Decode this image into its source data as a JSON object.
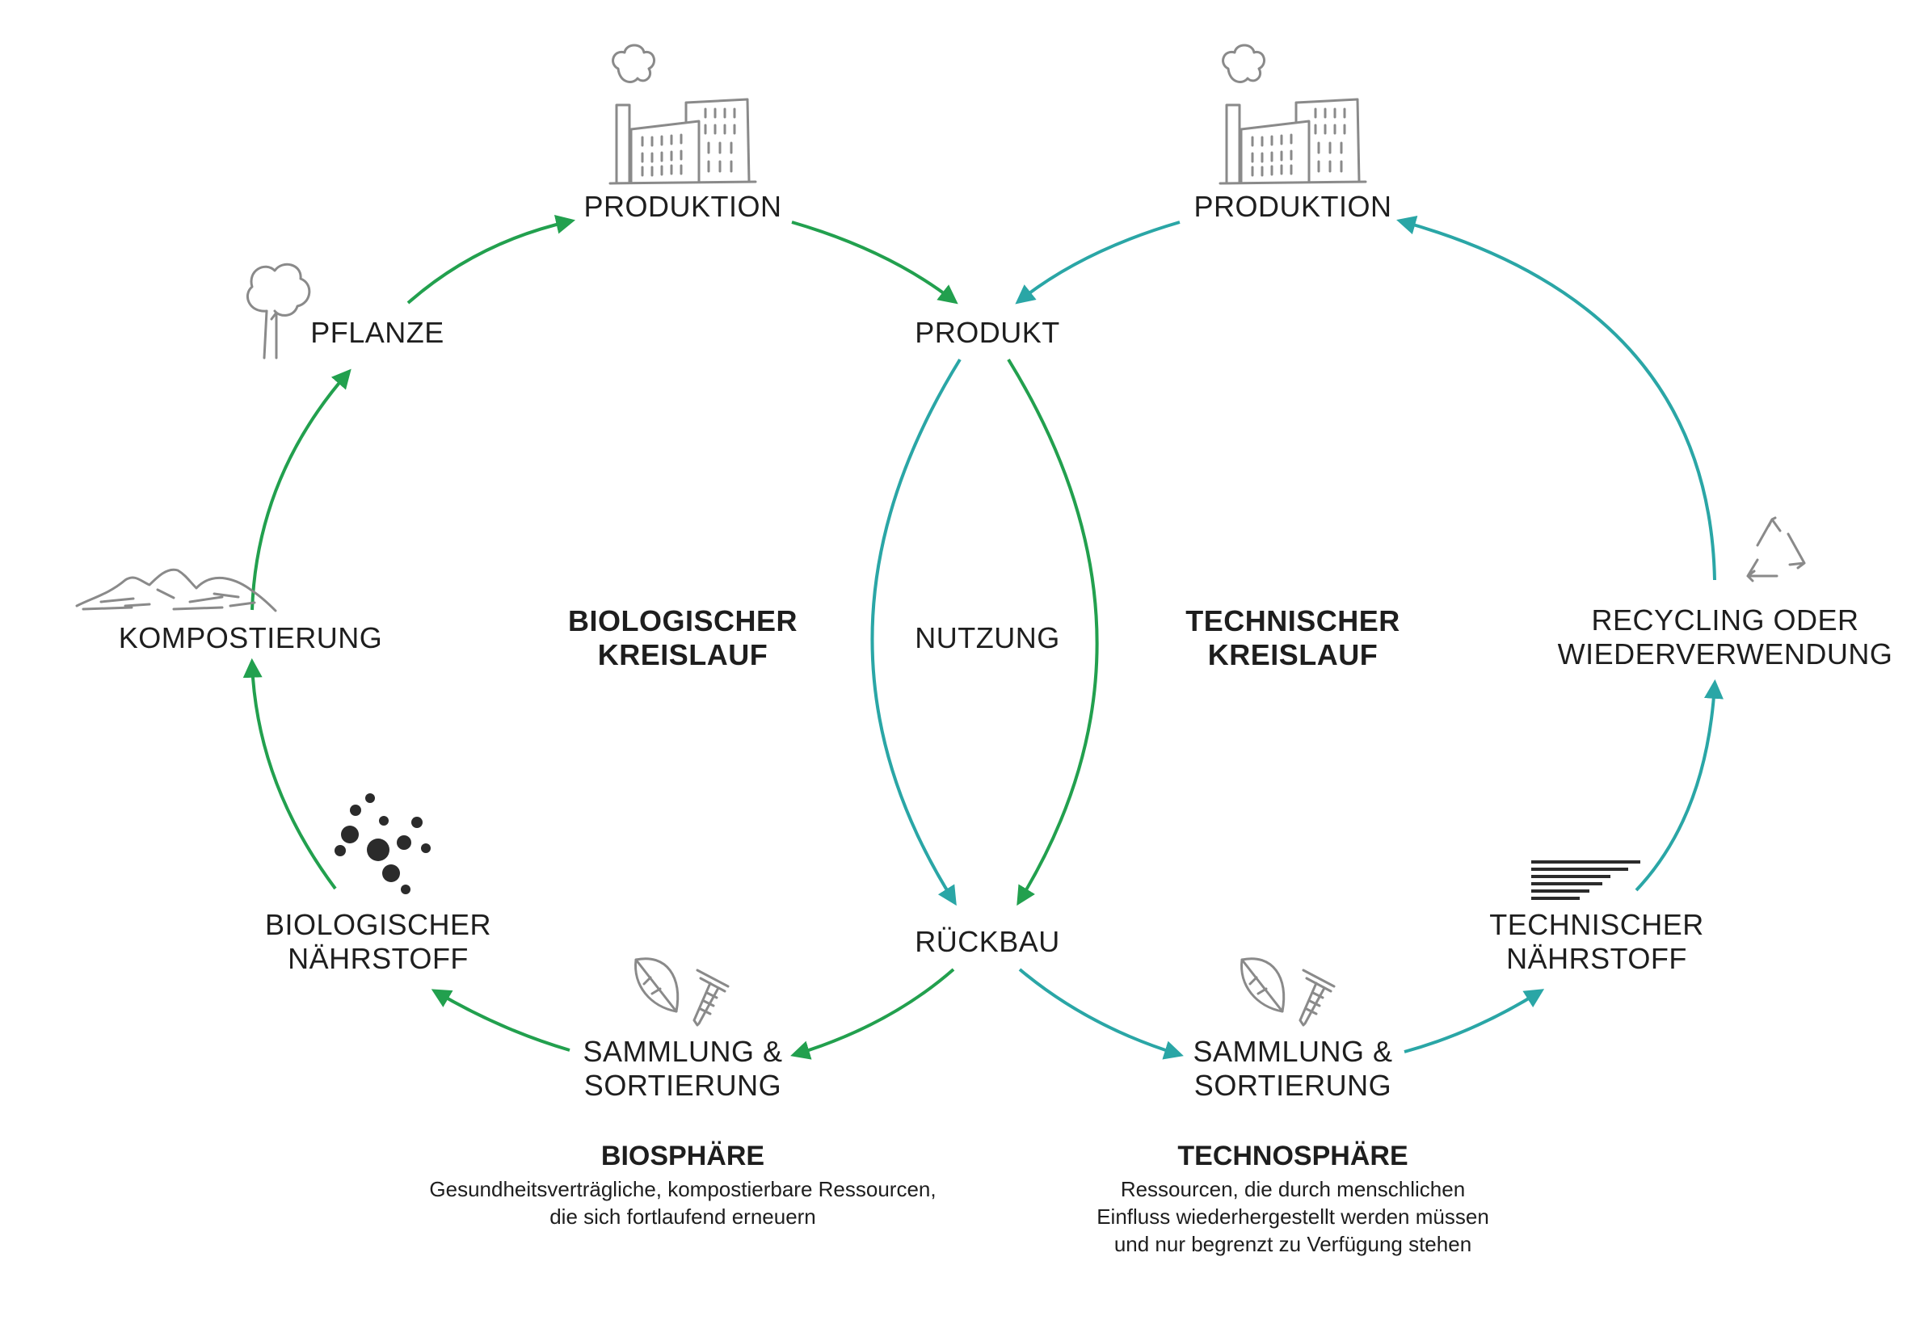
{
  "colors": {
    "biological": "#22a04e",
    "technical": "#2aa6a6",
    "text": "#1e1e1e",
    "icon": "#8a8a8a"
  },
  "bio": {
    "produktion": "PRODUKTION",
    "pflanze": "PFLANZE",
    "kompostierung": "KOMPOSTIERUNG",
    "naehrstoff": [
      "BIOLOGISCHER",
      "NÄHRSTOFF"
    ],
    "sammlung": [
      "SAMMLUNG &",
      "SORTIERUNG"
    ],
    "kreislauf": [
      "BIOLOGISCHER",
      "KREISLAUF"
    ]
  },
  "center": {
    "produkt": "PRODUKT",
    "nutzung": "NUTZUNG",
    "rueckbau": "RÜCKBAU"
  },
  "tech": {
    "produktion": "PRODUKTION",
    "recycling": [
      "RECYCLING ODER",
      "WIEDERVERWENDUNG"
    ],
    "naehrstoff": [
      "TECHNISCHER",
      "NÄHRSTOFF"
    ],
    "sammlung": [
      "SAMMLUNG &",
      "SORTIERUNG"
    ],
    "kreislauf": [
      "TECHNISCHER",
      "KREISLAUF"
    ]
  },
  "biosphaere": {
    "title": "BIOSPHÄRE",
    "lines": [
      "Gesundheitsverträgliche, kompostierbare Ressourcen,",
      "die sich fortlaufend erneuern"
    ]
  },
  "technosphaere": {
    "title": "TECHNOSPHÄRE",
    "lines": [
      "Ressourcen, die durch menschlichen",
      "Einfluss wiederhergestellt werden müssen",
      "und nur begrenzt zu Verfügung stehen"
    ]
  },
  "icons": [
    "factory-icon",
    "factory-icon",
    "tree-icon",
    "compost-heap-icon",
    "nutrient-dots-icon",
    "leaf-icon",
    "screw-icon",
    "recycle-icon",
    "material-layers-icon"
  ]
}
